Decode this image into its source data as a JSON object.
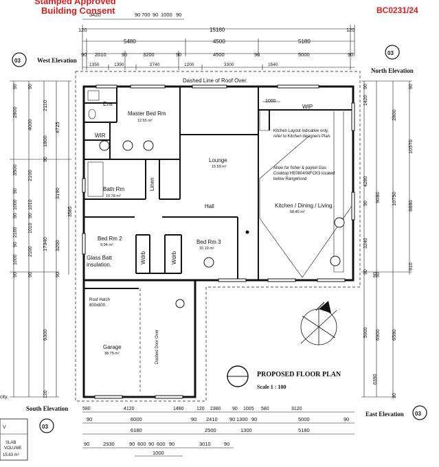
{
  "header": {
    "stamp_line1": "Stamped Approved",
    "stamp_line2": "Building Consent",
    "consent_number": "BC0231/24"
  },
  "elevations": {
    "west": {
      "label": "West Elevation",
      "ref": "03"
    },
    "north": {
      "label": "North Elevation",
      "ref": "03"
    },
    "south": {
      "label": "South Elevation",
      "ref": "03"
    },
    "east": {
      "label": "East Elevation",
      "ref": "03"
    }
  },
  "top_dims": {
    "row1": [
      "3420",
      "90",
      "700",
      "90",
      "1000",
      "90"
    ],
    "row2": [
      "120",
      "15160",
      "120"
    ],
    "row3": [
      "5480",
      "4500",
      "5180"
    ],
    "row4": [
      "90",
      "2010",
      "90",
      "3200",
      "90",
      "4500",
      "90",
      "5000",
      "90"
    ],
    "row5": [
      "1350",
      "1390",
      "2740",
      "1200",
      "3300",
      "1540"
    ]
  },
  "bottom_dims": {
    "row1": [
      "580",
      "4120",
      "1480",
      "120",
      "2380",
      "90",
      "1005",
      "580",
      "3120"
    ],
    "row2": [
      "90",
      "6000",
      "90",
      "2410",
      "90",
      "1300",
      "90",
      "5000",
      "90"
    ],
    "row3": [
      "6180",
      "2500",
      "1300",
      "5180"
    ],
    "row4": [
      "90",
      "2930",
      "90",
      "600",
      "90",
      "600",
      "90",
      "3010",
      "90"
    ],
    "row5": [
      "1000"
    ]
  },
  "left_dims": {
    "col1": [
      "90",
      "2800",
      "4000",
      "3500",
      "90",
      "1000",
      "90",
      "2100",
      "90",
      "1000",
      "90",
      "2100",
      "90",
      "6300",
      "120"
    ],
    "col2": [
      "90",
      "2110",
      "1800",
      "90",
      "2100",
      "1010",
      "90",
      "1010",
      "3200",
      "90"
    ],
    "col3": [
      "4725",
      "3190",
      "3585",
      "17340"
    ]
  },
  "right_dims": {
    "col1": [
      "90",
      "1420",
      "4280",
      "90",
      "3240",
      "90",
      "5900",
      "6900",
      "90"
    ],
    "col2": [
      "2800",
      "9080",
      "10750",
      "6590",
      "90"
    ],
    "col3": [
      "90",
      "10570",
      "6880",
      "910",
      "6390",
      "90"
    ]
  },
  "rooms": {
    "ens": "Ens",
    "master": "Master Bed Rm",
    "master_area": "12.65 m²",
    "wir": "WIR",
    "bath": "Bath Rm",
    "bath_area": "10.78 m²",
    "linen": "Linen",
    "lounge": "Lounge",
    "lounge_area": "15.59 m²",
    "hall": "Hall",
    "wip": "WIP",
    "kitchen": "Kitchen / Dining / Living",
    "kitchen_area": "58.45 m²",
    "bed2": "Bed Rm 2",
    "bed2_area": "9.94 m²",
    "bed3": "Bed Rm 3",
    "bed3_area": "10.19 m²",
    "wdrb1": "Wdrb",
    "wdrb2": "Wdrb",
    "garage": "Garage",
    "garage_area": "38.75 m²"
  },
  "notes": {
    "roof_line": "Dashed Line of Roof Over.",
    "kitchen_note1": "Kitchen Layout indicative only,",
    "kitchen_note2": "refer to Kitchen designers Plan.",
    "cooktop1": "Allow for fisher & paykel Gas",
    "cooktop2": "Cooktop HE0804/WFCK3 located",
    "cooktop3": "below Rangehood",
    "glass1": "Glass Batt",
    "glass2": "insulation.",
    "roof_hatch1": "Roof Hatch",
    "roof_hatch2": "800x800.",
    "garage_door": "Dashed Door Over",
    "wip_dim": "1000"
  },
  "title_block": {
    "title": "PROPOSED FLOOR PLAN",
    "scale": "Scale  1 : 100"
  },
  "slab": {
    "label1": "SLAB",
    "label2": "VOLUME",
    "value": "15.63 m³"
  },
  "margin_fragments": {
    "city": "city.",
    "v": "V"
  }
}
